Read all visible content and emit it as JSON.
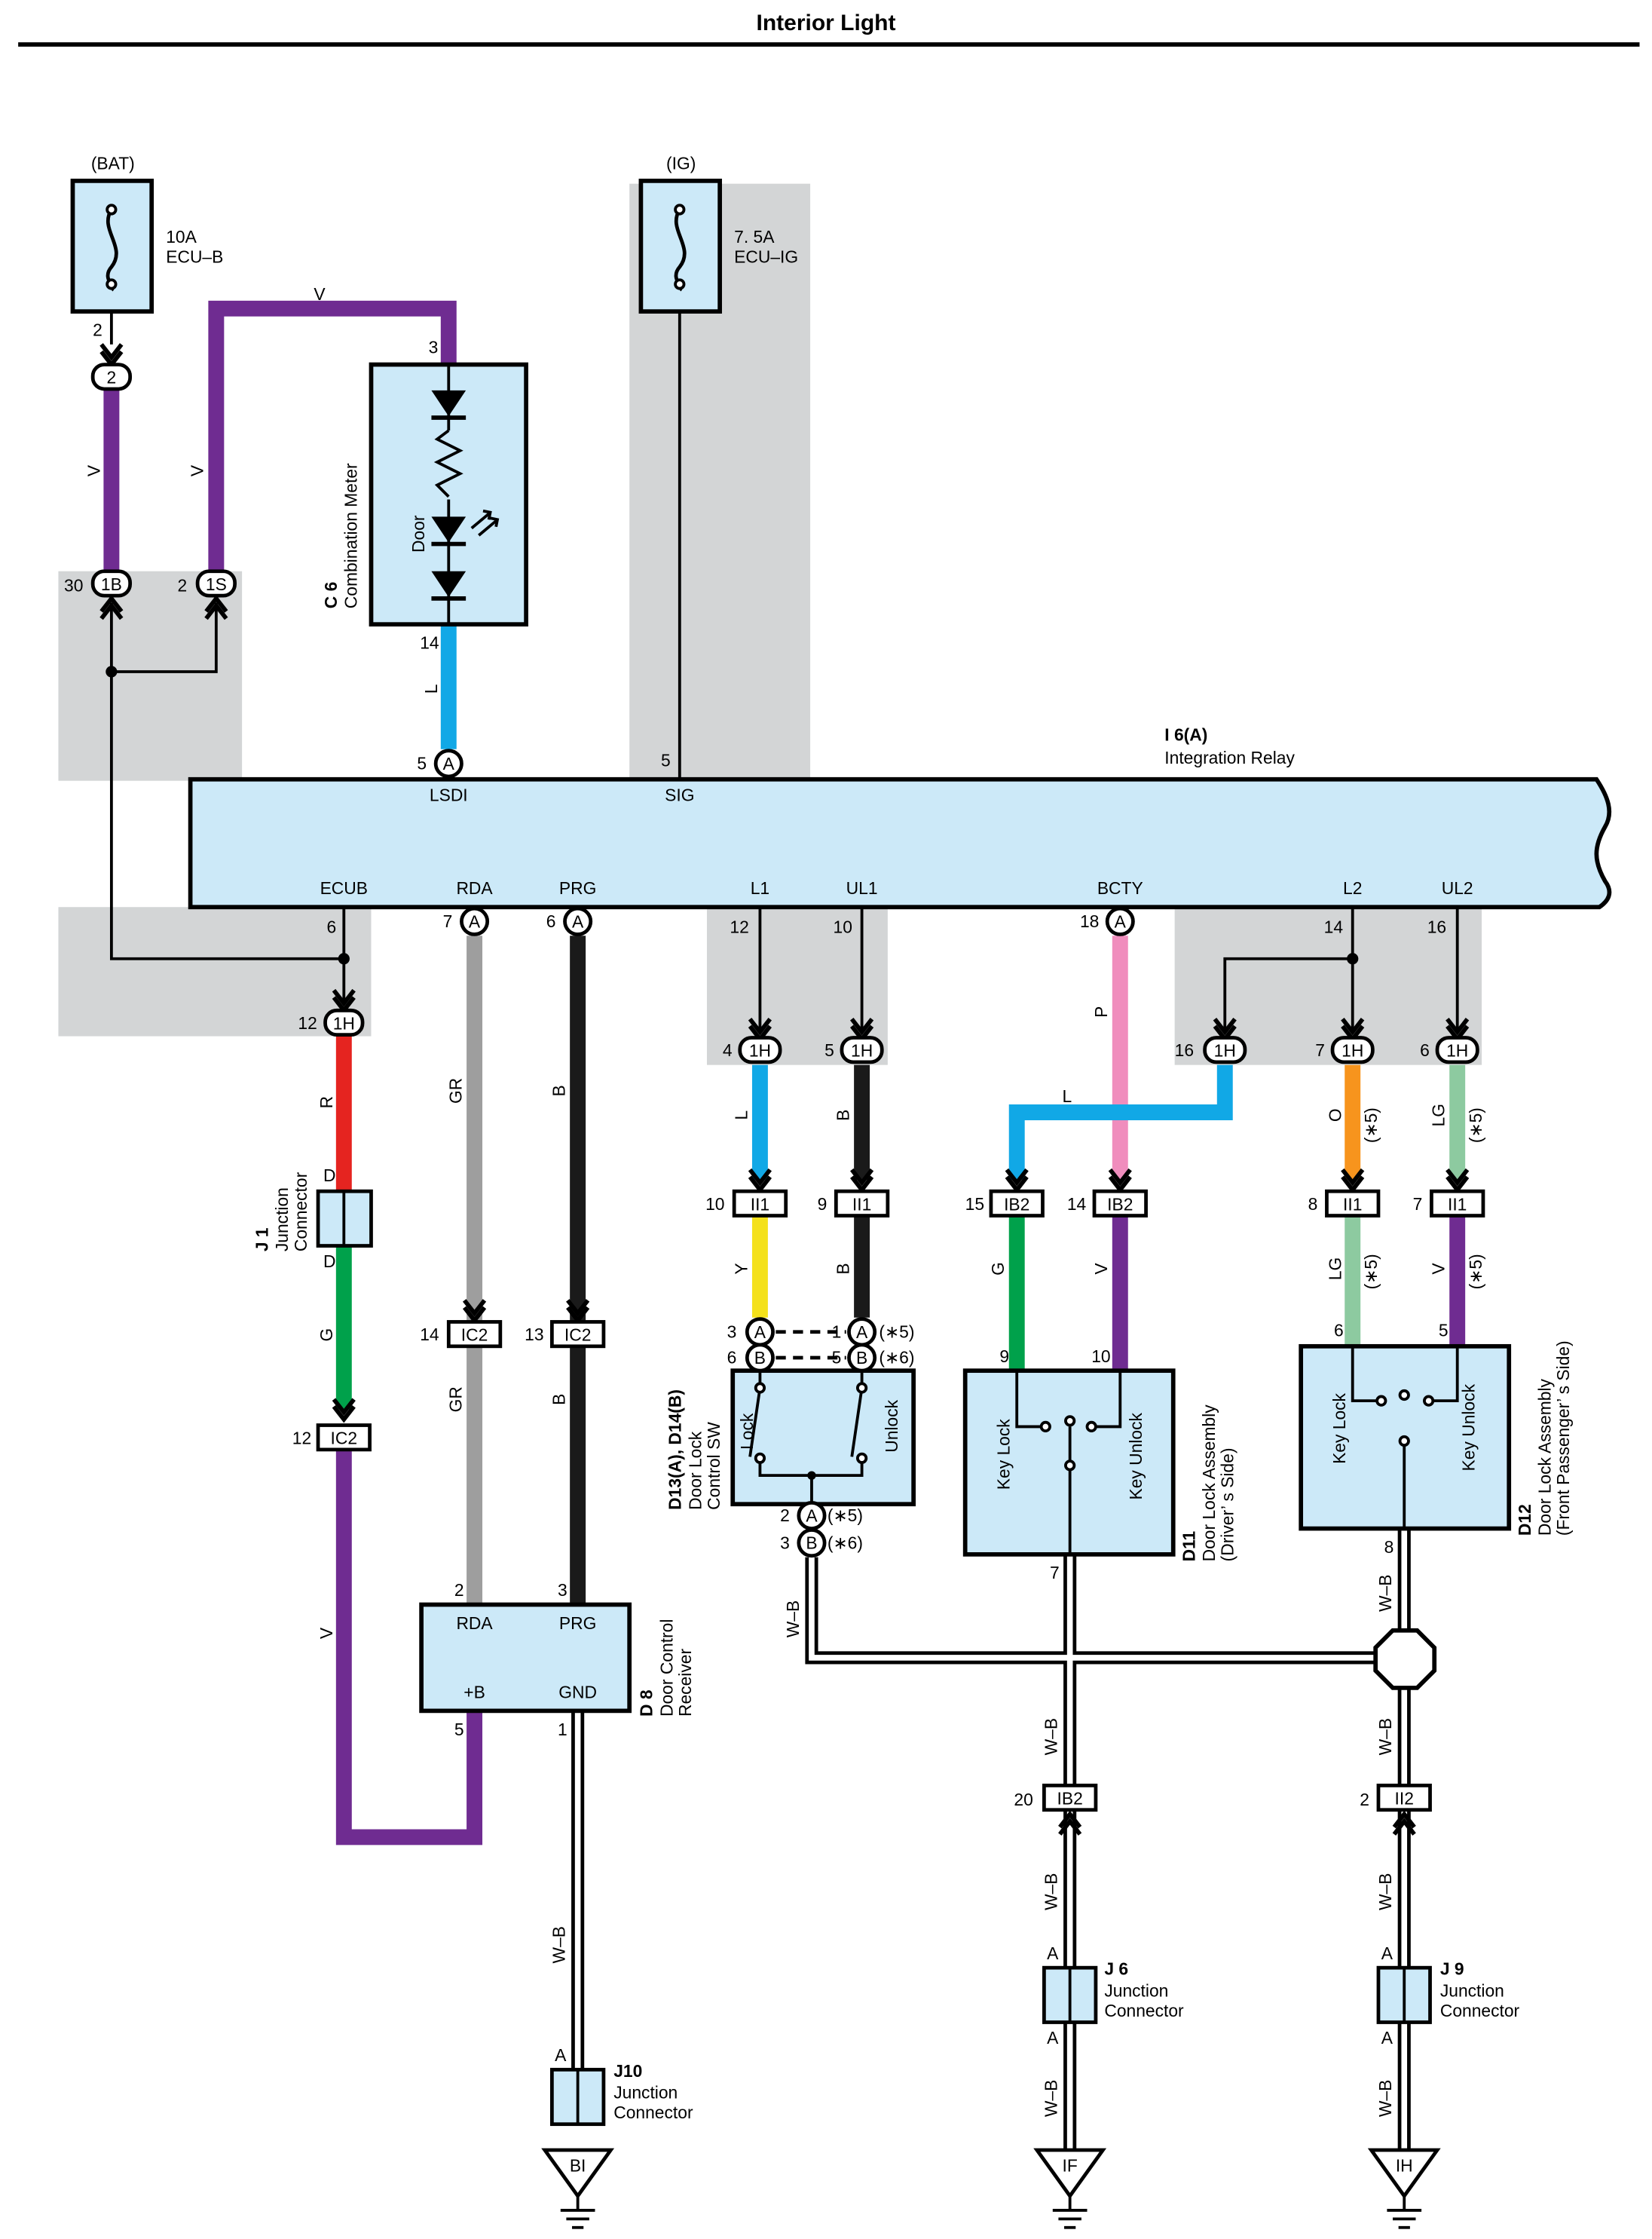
{
  "title": "Interior Light",
  "supply": {
    "bat": "(BAT)",
    "ig": "(IG)"
  },
  "fuses": [
    {
      "amp": "10A",
      "name": "ECU–B"
    },
    {
      "amp": "7. 5A",
      "name": "ECU–IG"
    }
  ],
  "pin_labels": [
    "2",
    "2",
    "30",
    "2",
    "3",
    "14",
    "5",
    "5",
    "6",
    "7",
    "6",
    "12",
    "10",
    "18",
    "14",
    "16",
    "12",
    "4",
    "5",
    "16",
    "7",
    "6",
    "10",
    "9",
    "15",
    "14",
    "8",
    "7",
    "14",
    "13",
    "12",
    "3",
    "1",
    "6",
    "5",
    "2",
    "3",
    "9",
    "10",
    "7",
    "6",
    "5",
    "8",
    "2",
    "3",
    "5",
    "1",
    "20",
    "2",
    "A",
    "A",
    "A",
    "A",
    "A",
    "(∗5)",
    "(∗6)",
    "(∗5)",
    "(∗6)",
    "(∗5)",
    "(∗5)",
    "(∗5)",
    "(∗5)"
  ],
  "connector_labels": [
    "2",
    "1B",
    "1S",
    "A",
    "A",
    "A",
    "1H",
    "1H",
    "1H",
    "1H",
    "1H",
    "1H",
    "A",
    "II1",
    "II1",
    "IB2",
    "IB2",
    "II1",
    "II1",
    "IC2",
    "IC2",
    "IC2",
    "A",
    "B",
    "A",
    "B",
    "A",
    "B",
    "IB2",
    "II2"
  ],
  "wire_colors": [
    "V",
    "V",
    "V",
    "L",
    "R",
    "D",
    "D",
    "G",
    "GR",
    "B",
    "GR",
    "B",
    "L",
    "B",
    "P",
    "L",
    "O",
    "LG",
    "Y",
    "B",
    "G",
    "V",
    "LG",
    "V",
    "W–B",
    "W–B",
    "W–B",
    "W–B",
    "W–B",
    "W–B",
    "W–B",
    "W–B",
    "W–B"
  ],
  "relay": {
    "code": "I 6(A)",
    "name": "Integration Relay",
    "top_terminals": [
      "LSDI",
      "SIG"
    ],
    "bottom_terminals": [
      "ECUB",
      "RDA",
      "PRG",
      "L1",
      "UL1",
      "BCTY",
      "L2",
      "UL2"
    ]
  },
  "meter": {
    "code": "C 6",
    "name": "Combination Meter",
    "lamp": "Door"
  },
  "junction_j1": {
    "code": "J 1",
    "line1": "Junction",
    "line2": "Connector"
  },
  "receiver": {
    "code": "D 8",
    "line1": "Door Control",
    "line2": "Receiver",
    "terms": [
      "RDA",
      "PRG",
      "+B",
      "GND"
    ]
  },
  "control_sw": {
    "code": "D13(A), D14(B)",
    "line1": "Door Lock",
    "line2": "Control SW",
    "lock": "Lock",
    "unlock": "Unlock"
  },
  "d11": {
    "code": "D11",
    "line1": "Door Lock Assembly",
    "line2": "(Driver’ s Side)",
    "key_lock": "Key Lock",
    "key_unlock": "Key Unlock"
  },
  "d12": {
    "code": "D12",
    "line1": "Door Lock Assembly",
    "line2": "(Front Passenger’ s Side)",
    "key_lock": "Key Lock",
    "key_unlock": "Key Unlock"
  },
  "junctions": [
    {
      "code": "J10",
      "line1": "Junction",
      "line2": "Connector"
    },
    {
      "code": "J 6",
      "line1": "Junction",
      "line2": "Connector"
    },
    {
      "code": "J 9",
      "line1": "Junction",
      "line2": "Connector"
    }
  ],
  "grounds": [
    "BI",
    "IF",
    "IH"
  ]
}
